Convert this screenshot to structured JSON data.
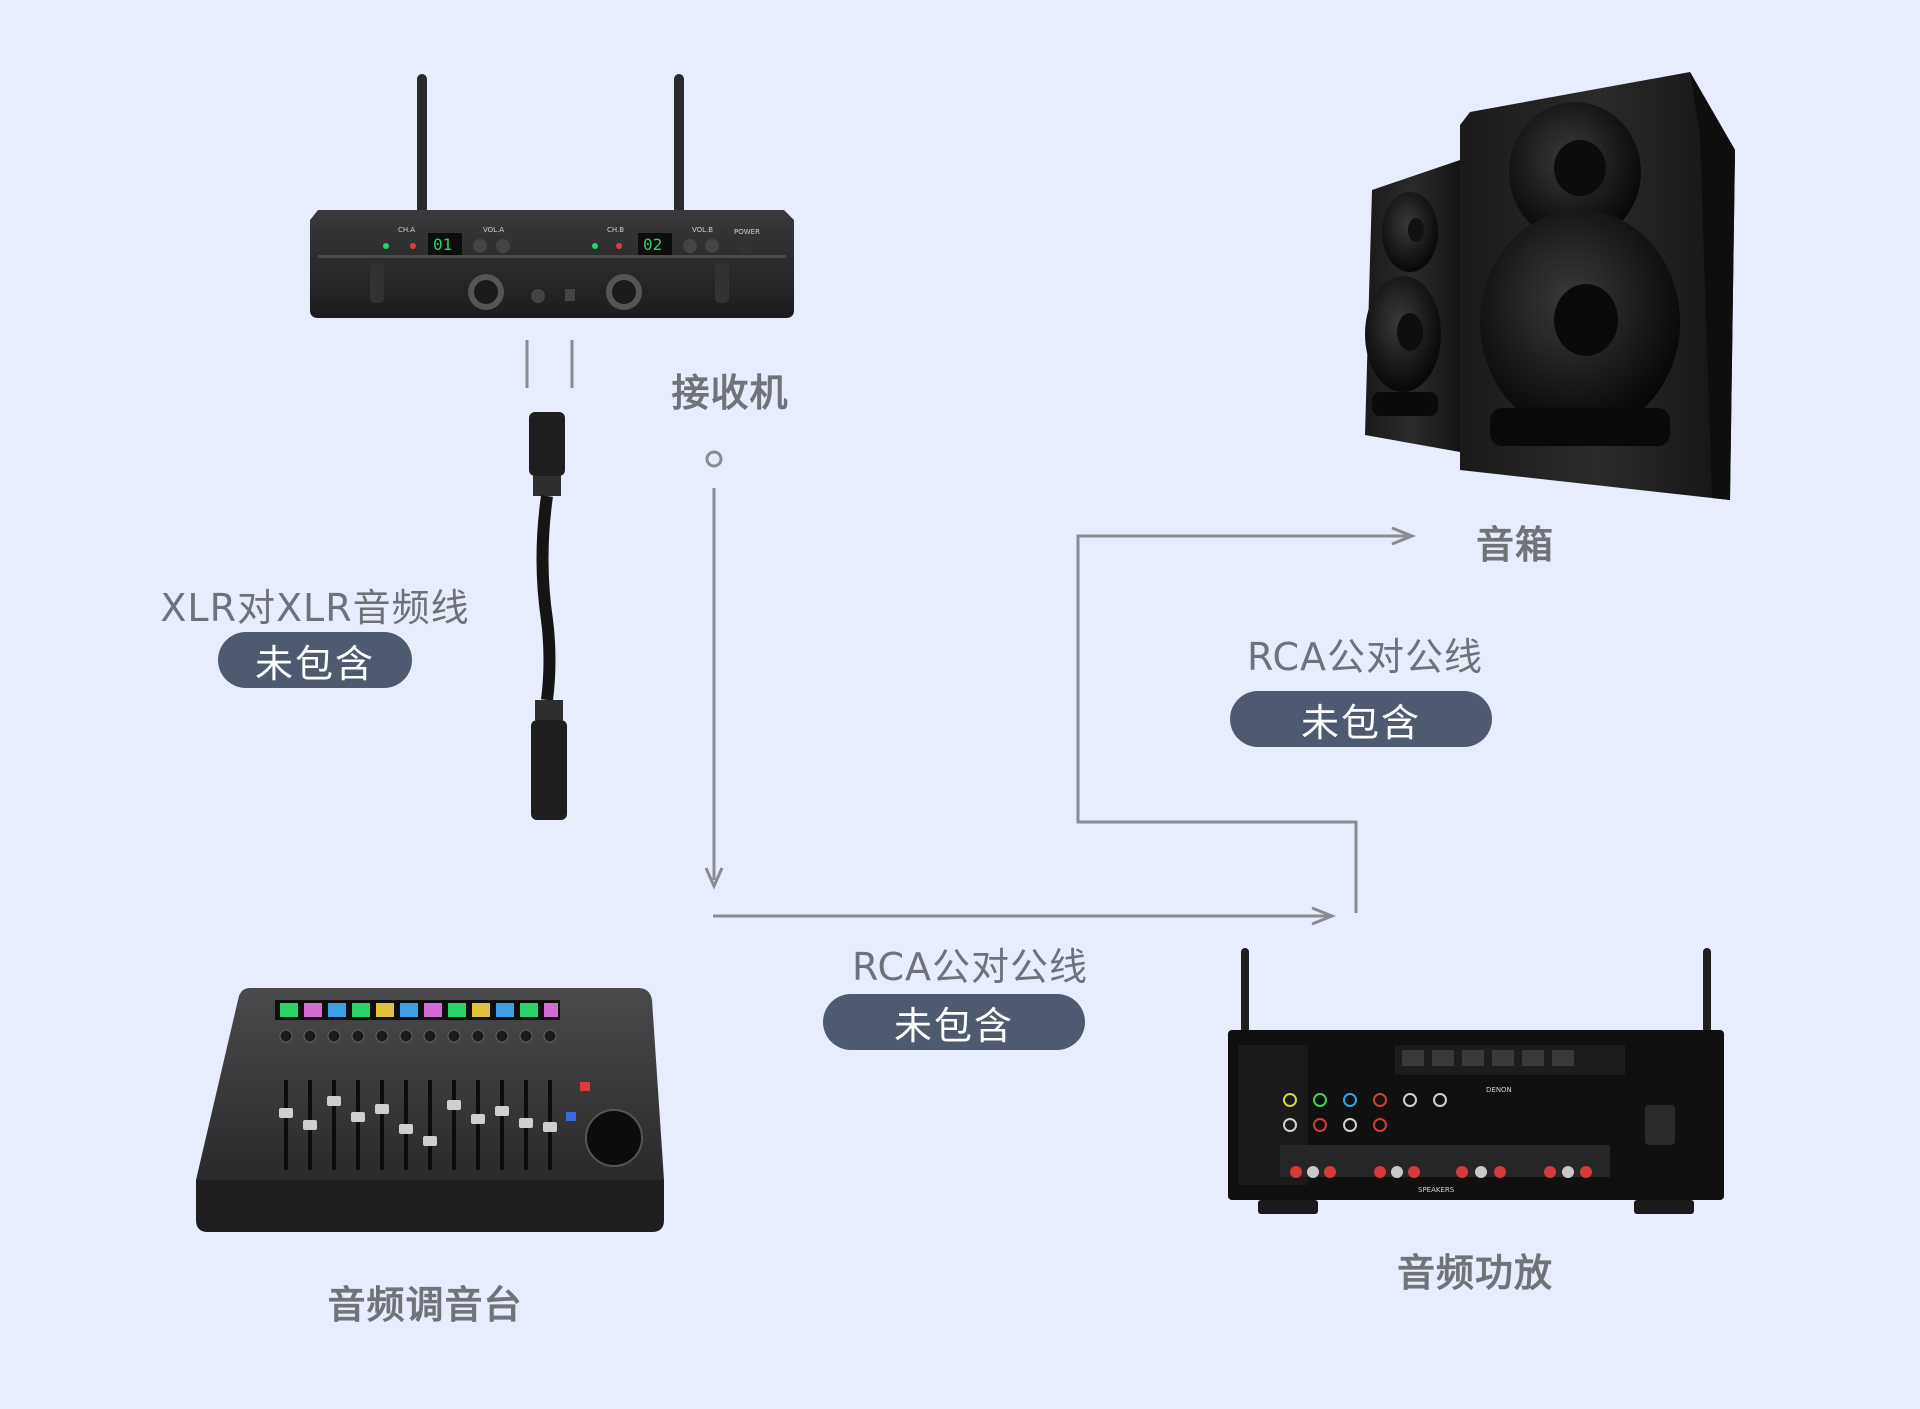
{
  "devices": {
    "receiver": {
      "label": "接收机"
    },
    "speakers": {
      "label": "音箱"
    },
    "mixer": {
      "label": "音频调音台"
    },
    "amplifier": {
      "label": "音频功放"
    }
  },
  "receiver_panel": {
    "ch_a": "CH.A",
    "ch_b": "CH.B",
    "vol_a": "VOL.A",
    "vol_b": "VOL.B",
    "power": "POWER",
    "display_a": "01",
    "display_b": "02"
  },
  "amplifier_panel": {
    "brand": "DENON",
    "speakers_text": "SPEAKERS"
  },
  "cables": {
    "xlr": {
      "label": "XLR对XLR音频线",
      "status": "未包含"
    },
    "rca_top": {
      "label": "RCA公对公线",
      "status": "未包含"
    },
    "rca_bottom": {
      "label": "RCA公对公线",
      "status": "未包含"
    }
  },
  "colors": {
    "background": "#e7edfd",
    "badge": "#4f5a70",
    "line": "#8a8c90",
    "text": "#6f7278",
    "led_green": "#29d46a"
  }
}
